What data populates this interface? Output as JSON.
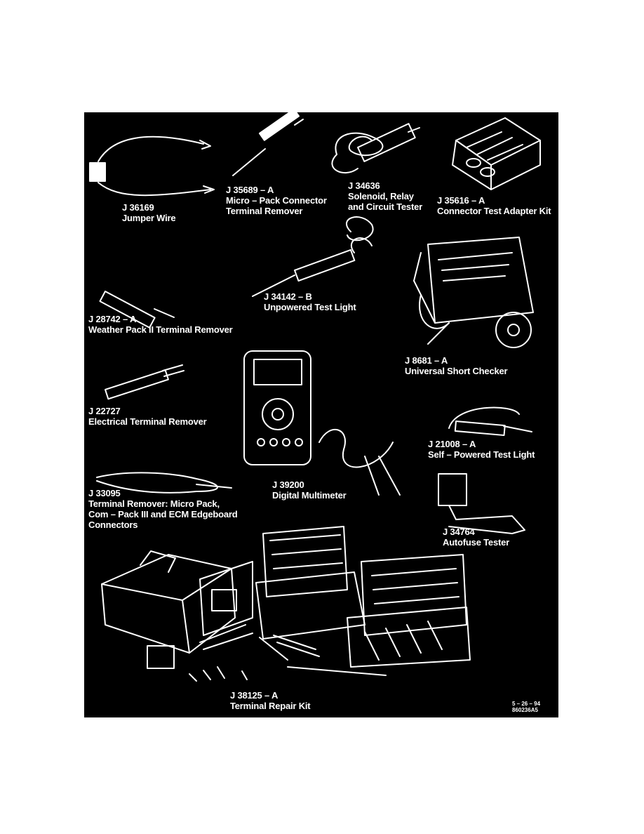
{
  "colors": {
    "page": "#ffffff",
    "plate": "#000000",
    "ink": "#ffffff"
  },
  "tools": {
    "j36169": {
      "number": "J 36169",
      "name": "Jumper Wire"
    },
    "j35689": {
      "number": "J 35689 – A",
      "name_line1": "Micro – Pack Connector",
      "name_line2": "Terminal Remover"
    },
    "j34636": {
      "number": "J 34636",
      "name_line1": "Solenoid, Relay",
      "name_line2": "and Circuit Tester"
    },
    "j35616": {
      "number": "J 35616 – A",
      "name": "Connector Test Adapter Kit"
    },
    "j34142": {
      "number": "J 34142 – B",
      "name": "Unpowered Test Light"
    },
    "j28742": {
      "number": "J 28742 – A",
      "name": "Weather Pack II Terminal Remover"
    },
    "j8681": {
      "number": "J 8681 – A",
      "name": "Universal Short Checker"
    },
    "j22727": {
      "number": "J 22727",
      "name": "Electrical Terminal Remover"
    },
    "j21008": {
      "number": "J 21008 – A",
      "name": "Self – Powered Test Light"
    },
    "j39200": {
      "number": "J 39200",
      "name": "Digital Multimeter"
    },
    "j33095": {
      "number": "J 33095",
      "name_line1": "Terminal Remover: Micro Pack,",
      "name_line2": "Com – Pack III and ECM Edgeboard",
      "name_line3": "Connectors"
    },
    "j34764": {
      "number": "J 34764",
      "name": "Autofuse Tester"
    },
    "j38125": {
      "number": "J 38125 – A",
      "name": "Terminal Repair Kit"
    }
  },
  "figure_code": {
    "date": "5 – 26 – 94",
    "id": "860236A5"
  }
}
